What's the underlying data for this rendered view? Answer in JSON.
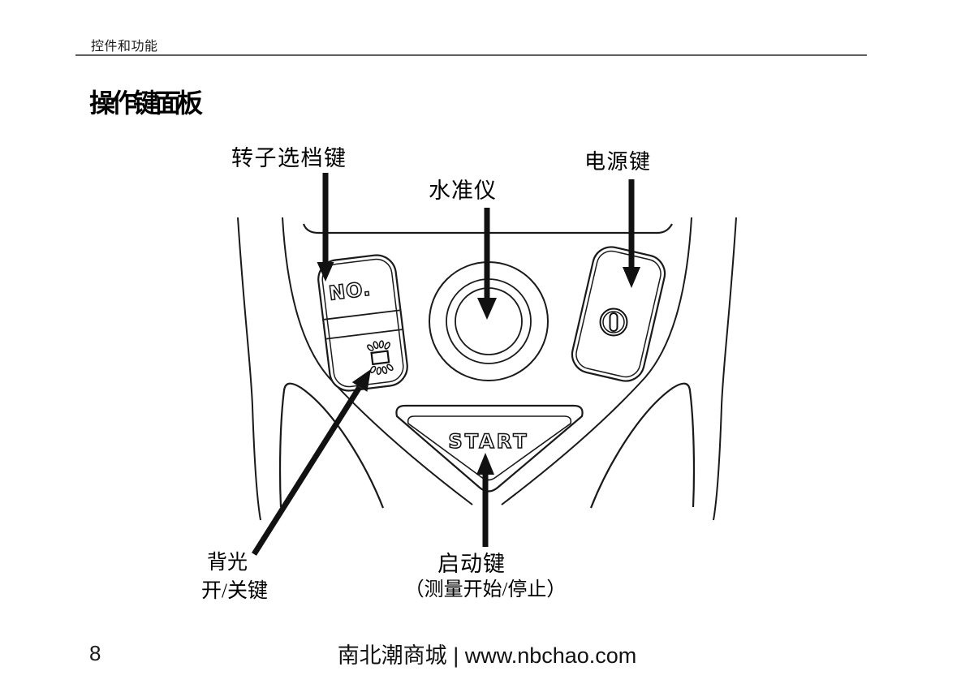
{
  "page": {
    "header": "控件和功能",
    "title": "操作键面板",
    "page_number": "8",
    "footer": "南北潮商城 | www.nbchao.com"
  },
  "diagram": {
    "labels": {
      "rotor": "转子选档键",
      "level": "水准仪",
      "power": "电源键",
      "backlight_line1": "背光",
      "backlight_line2": "开/关键",
      "start_line1": "启动键",
      "start_line2": "（测量开始/停止）"
    },
    "keys": {
      "no": "NO.",
      "start": "START"
    },
    "colors": {
      "line": "#1a1a1a",
      "text": "#000000"
    }
  }
}
